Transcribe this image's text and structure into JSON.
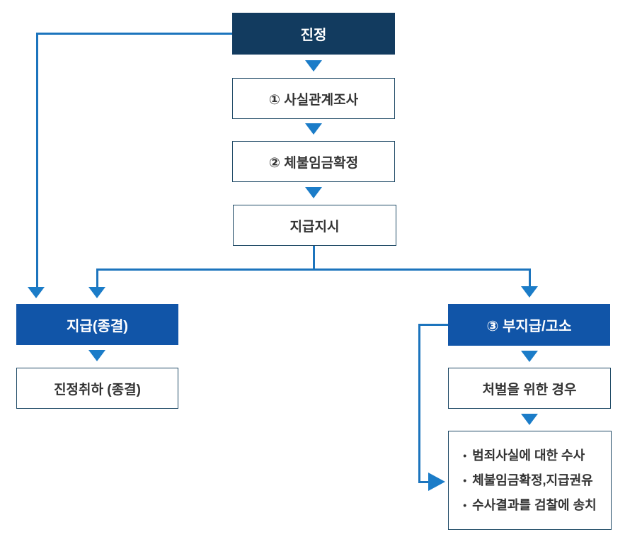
{
  "colors": {
    "navy_box": "#123b5f",
    "blue_box": "#1155a8",
    "connector_line": "#1c74bd",
    "arrowhead": "#1b7cc8",
    "box_border": "#1f4a66",
    "box_text": "#333333"
  },
  "flowchart": {
    "start": {
      "label": "진정"
    },
    "process_steps": [
      {
        "label": "① 사실관계조사"
      },
      {
        "label": "② 체불임금확정"
      },
      {
        "label": "지급지시"
      }
    ],
    "left_branch": {
      "header": {
        "label": "지급(종결)"
      },
      "outcome": {
        "label": "진정취하 (종결)"
      }
    },
    "right_branch": {
      "header": {
        "label": "③ 부지급/고소"
      },
      "condition": {
        "label": "처벌을 위한 경우"
      },
      "details": {
        "bullet": "•",
        "items": [
          "범죄사실에 대한 수사",
          "체불임금확정,지급권유",
          "수사결과를 검찰에 송치"
        ]
      }
    }
  }
}
